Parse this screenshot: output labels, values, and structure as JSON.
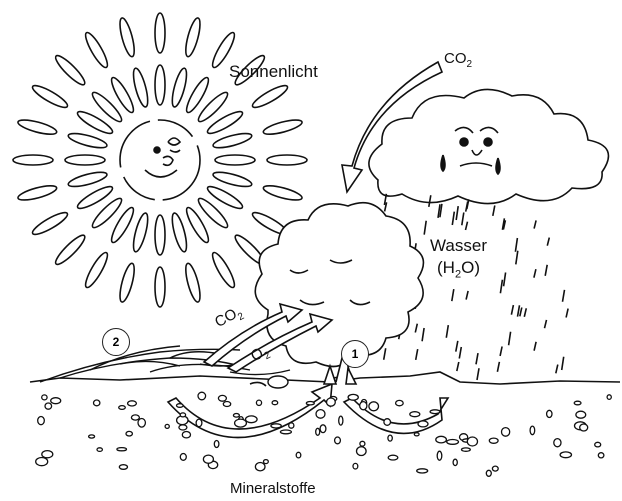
{
  "labels": {
    "sunlight": "Sonnenlicht",
    "co2_top_main": "CO",
    "co2_top_sub": "2",
    "water_line1": "Wasser",
    "water_line2_a": "(H",
    "water_line2_sub": "2",
    "water_line2_b": "O)",
    "co2_mid_main": "CO",
    "co2_mid_sub": "2",
    "o2_main": "O",
    "o2_sub": "2",
    "minerals": "Mineralstoffe",
    "marker_1": "1",
    "marker_2": "2"
  },
  "colors": {
    "ink": "#111111",
    "background": "#ffffff"
  }
}
